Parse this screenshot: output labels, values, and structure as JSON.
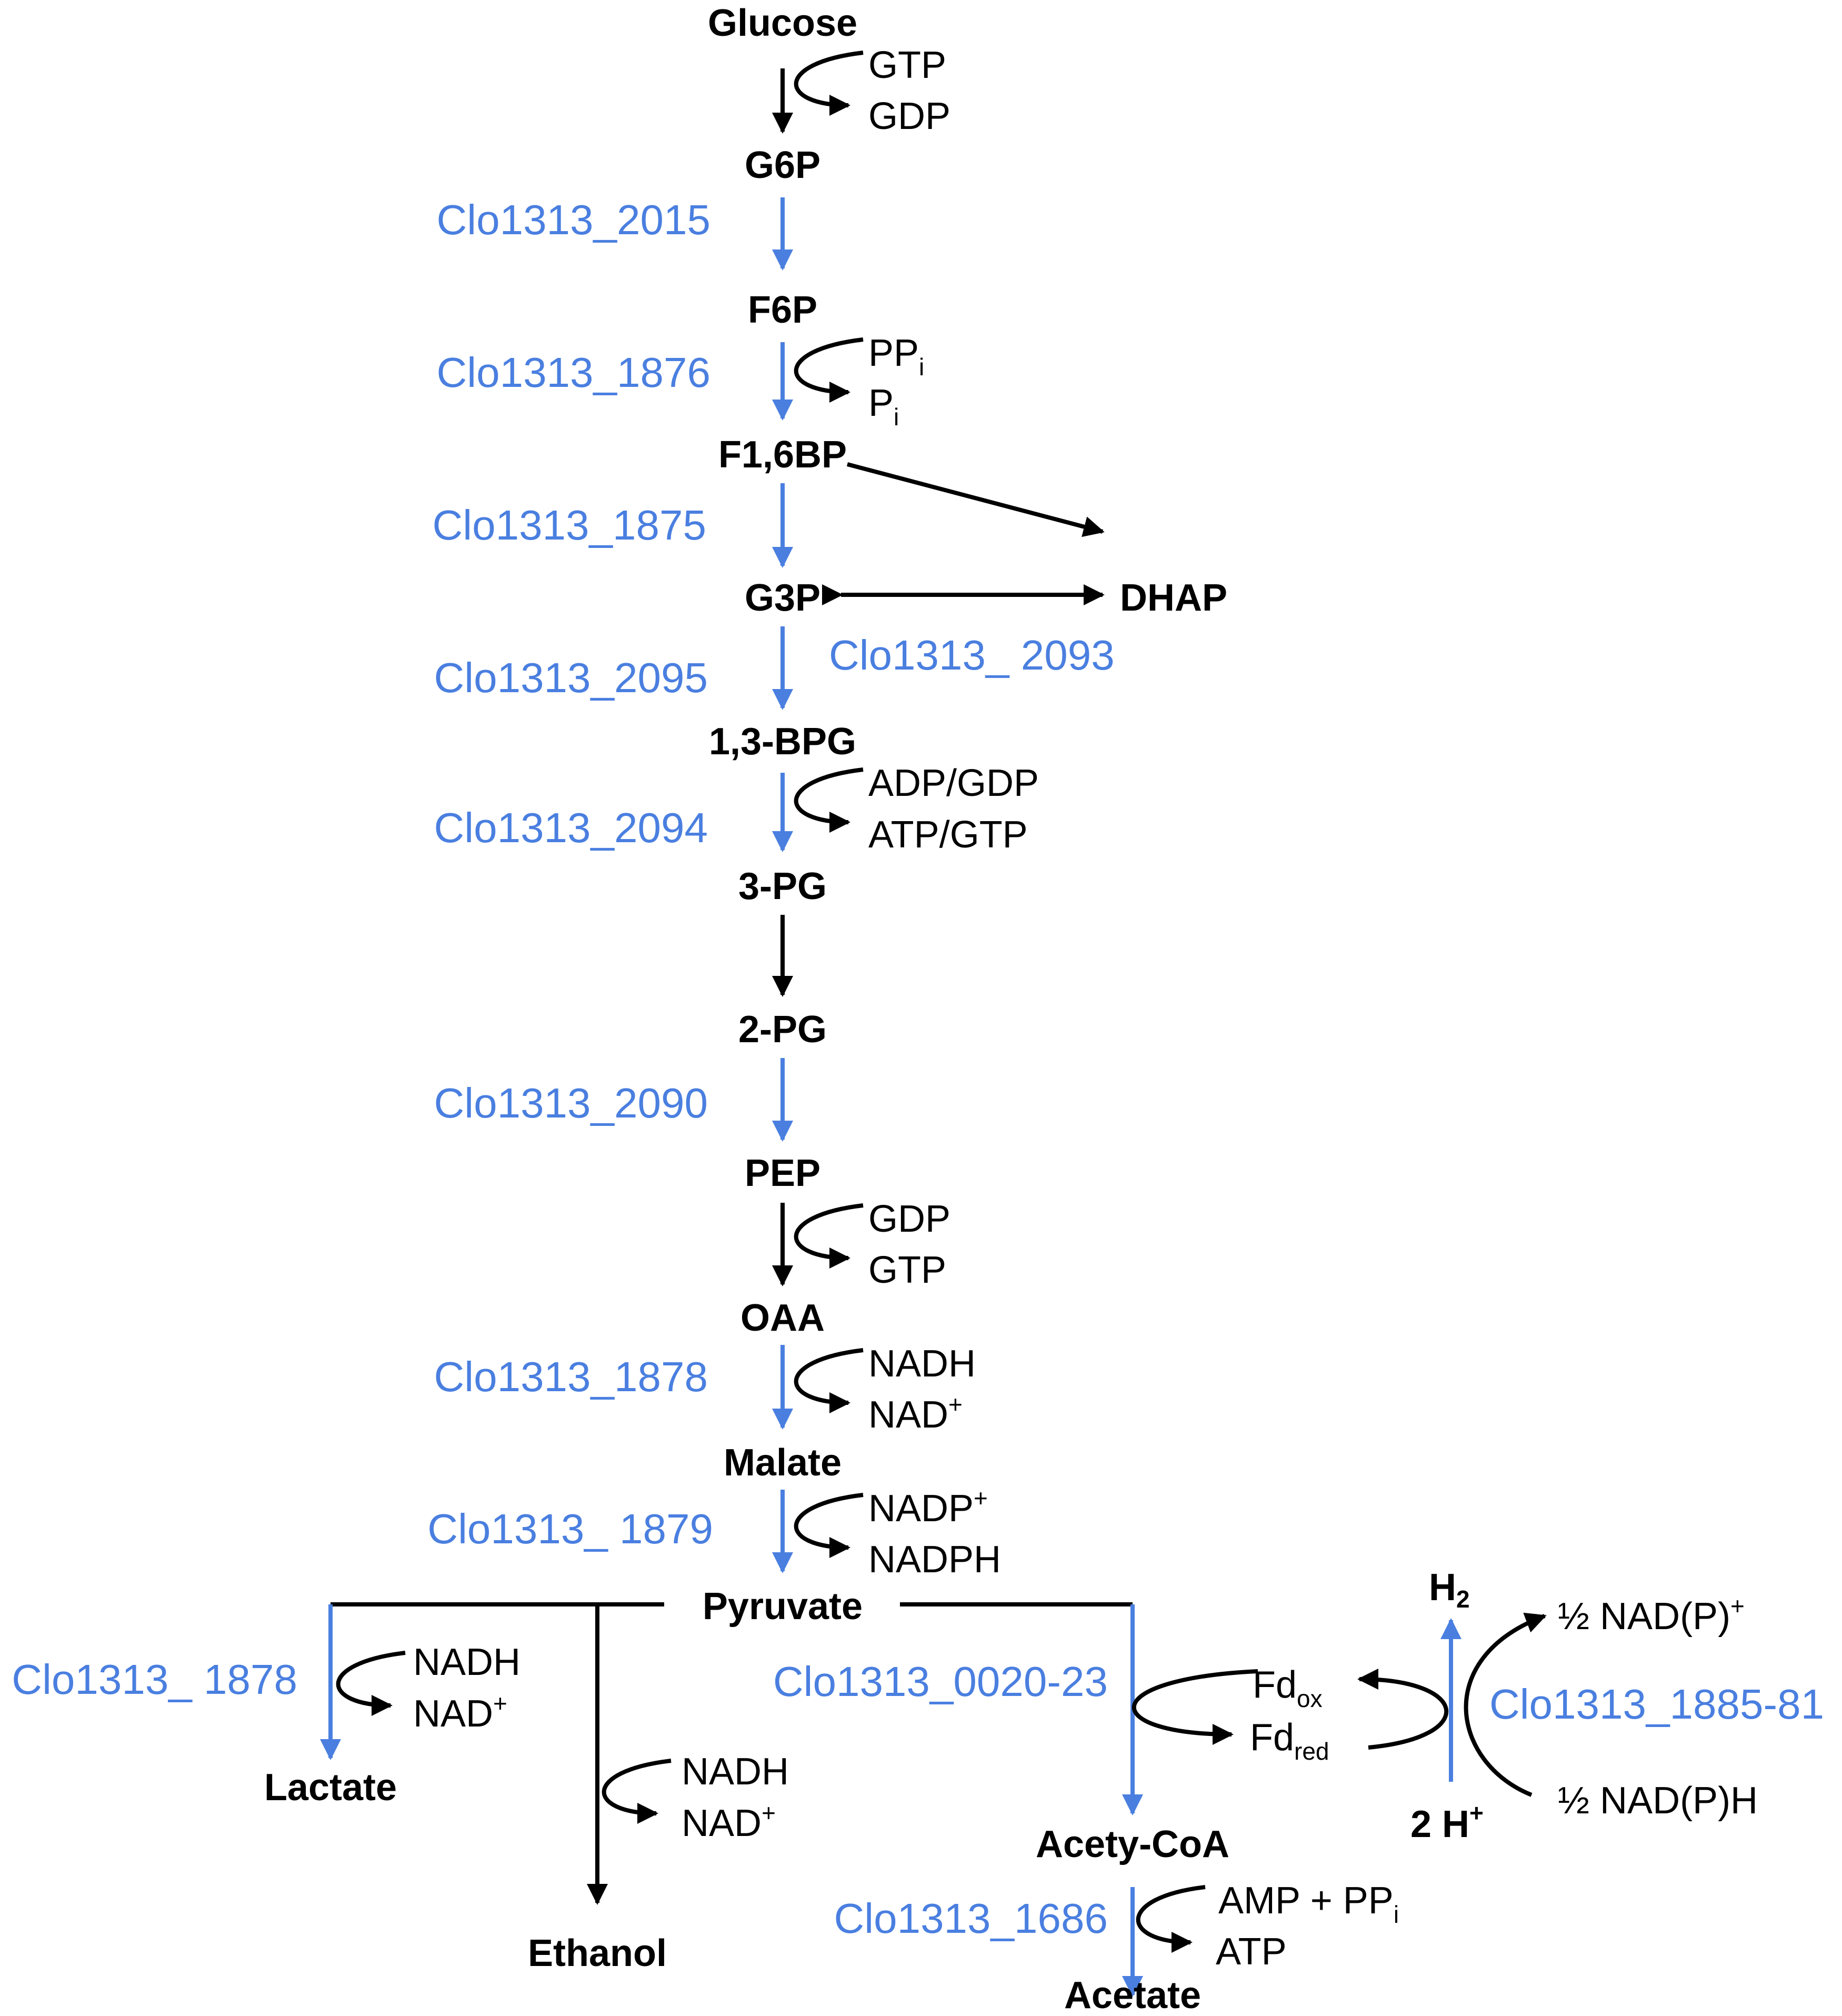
{
  "metabolites": {
    "glucose": "Glucose",
    "g6p": "G6P",
    "f6p": "F6P",
    "f16bp": "F1,6BP",
    "g3p": "G3P",
    "dhap": "DHAP",
    "bpg13": "1,3-BPG",
    "pg3": "3-PG",
    "pg2": "2-PG",
    "pep": "PEP",
    "oaa": "OAA",
    "malate": "Malate",
    "pyruvate": "Pyruvate",
    "lactate": "Lactate",
    "ethanol": "Ethanol",
    "acetyl_coa": "Acety-CoA",
    "acetate": "Acetate",
    "h2_main": "H",
    "h2_sub": "2",
    "h_plus": "2 H",
    "h_plus_sup": "+"
  },
  "cofactors": {
    "gtp1": "GTP",
    "gdp1": "GDP",
    "ppi_main": "PP",
    "ppi_sub": "i",
    "pi_main": "P",
    "pi_sub": "i",
    "adp_gdp": "ADP/GDP",
    "atp_gtp": "ATP/GTP",
    "gdp2": "GDP",
    "gtp2": "GTP",
    "nadh1": "NADH",
    "nad1": "NAD",
    "nad1_sup": "+",
    "nadp2": "NADP",
    "nadp2_sup": "+",
    "nadph2": "NADPH",
    "nadh3": "NADH",
    "nad3": "NAD",
    "nad3_sup": "+",
    "nadh4": "NADH",
    "nad4": "NAD",
    "nad4_sup": "+",
    "fdox": "Fd",
    "fdox_sub": "ox",
    "fdred": "Fd",
    "fdred_sub": "red",
    "half_nadp_plus": "½ NAD(P)",
    "half_nadp_plus_sup": "+",
    "half_nadph": "½ NAD(P)H",
    "amp_ppi": "AMP + PP",
    "amp_ppi_sub": "i",
    "atp3": "ATP"
  },
  "genes": {
    "g2015": "Clo1313_2015",
    "g1876": "Clo1313_1876",
    "g1875": "Clo1313_1875",
    "g2093": "Clo1313_ 2093",
    "g2095": "Clo1313_2095",
    "g2094": "Clo1313_2094",
    "g2090": "Clo1313_2090",
    "g1878a": "Clo1313_1878",
    "g1879": "Clo1313_ 1879",
    "g1878b": "Clo1313_ 1878",
    "g0020": "Clo1313_0020-23",
    "g1885": "Clo1313_1885-81",
    "g1686": "Clo1313_1686"
  },
  "colors": {
    "enzyme_blue": "#4a7fe0",
    "black": "#000000"
  }
}
